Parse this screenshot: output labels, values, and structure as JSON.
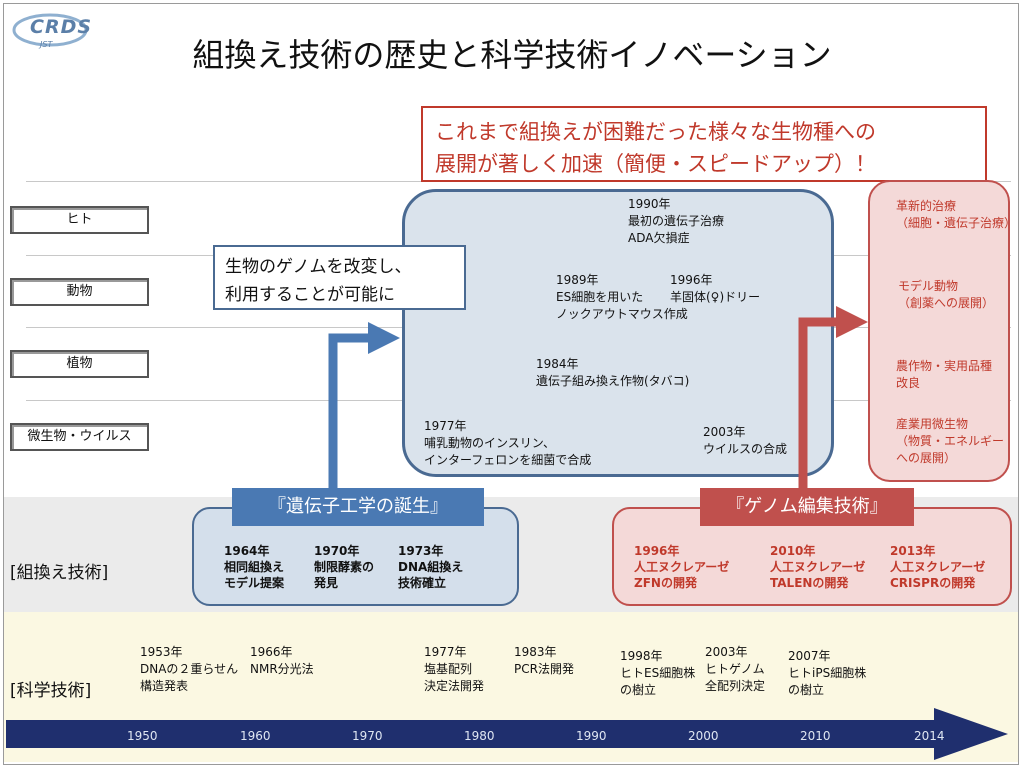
{
  "logo": {
    "text": "CRDS",
    "sub": "JST"
  },
  "title": "組換え技術の歴史と科学技術イノベーション",
  "callout_red": {
    "line1": "これまで組換えが困難だった様々な生物種への",
    "line2": "展開が著しく加速（簡便・スピードアップ）！"
  },
  "organism_labels": [
    "ヒト",
    "動物",
    "植物",
    "微生物・ウイルス"
  ],
  "blue_callout": {
    "line1": "生物のゲノムを改変し、",
    "line2": "利用することが可能に"
  },
  "big_box_events": {
    "e1990": [
      "1990年",
      "最初の遺伝子治療",
      "ADA欠損症"
    ],
    "e1989": [
      "1989年",
      "ES細胞を用いた",
      "ノックアウトマウス作成"
    ],
    "e1996": [
      "1996年",
      "羊固体(♀)ドリー"
    ],
    "e1984": [
      "1984年",
      "遺伝子組み換え作物(タバコ)"
    ],
    "e1977": [
      "1977年",
      "哺乳動物のインスリン、",
      "インターフェロンを細菌で合成"
    ],
    "e2003": [
      "2003年",
      "ウイルスの合成"
    ]
  },
  "applications": {
    "human": [
      "革新的治療",
      "（細胞・遺伝子治療）"
    ],
    "animal": [
      "モデル動物",
      "（創薬への展開）"
    ],
    "plant": [
      "農作物・実用品種",
      "改良"
    ],
    "microbe": [
      "産業用微生物",
      "（物質・エネルギー",
      "への展開）"
    ]
  },
  "row_labels": {
    "recombination": "[組換え技術]",
    "science": "[科学技術]"
  },
  "tag_genetic_engineering": "『遺伝子工学の誕生』",
  "tag_genome_editing": "『ゲノム編集技術』",
  "genetic_engineering_items": [
    [
      "1964年",
      "相同組換え",
      "モデル提案"
    ],
    [
      "1970年",
      "制限酵素の",
      "発見"
    ],
    [
      "1973年",
      "DNA組換え",
      "技術確立"
    ]
  ],
  "genome_editing_items": [
    [
      "1996年",
      "人工ヌクレアーゼ",
      "ZFNの開発"
    ],
    [
      "2010年",
      "人工ヌクレアーゼ",
      "TALENの開発"
    ],
    [
      "2013年",
      "人工ヌクレアーゼ",
      "CRISPRの開発"
    ]
  ],
  "science_items": [
    [
      "1953年",
      "DNAの２重らせん",
      "構造発表"
    ],
    [
      "1966年",
      "NMR分光法"
    ],
    [
      "1977年",
      "塩基配列",
      "決定法開発"
    ],
    [
      "1983年",
      "PCR法開発"
    ],
    [
      "1998年",
      "ヒトES細胞株",
      "の樹立"
    ],
    [
      "2003年",
      "ヒトゲノム",
      "全配列決定"
    ],
    [
      "2007年",
      "ヒトiPS細胞株",
      "の樹立"
    ]
  ],
  "timeline_years": [
    "1950",
    "1960",
    "1970",
    "1980",
    "1990",
    "2000",
    "2010",
    "2014"
  ],
  "colors": {
    "blue_frame": "#4a6a92",
    "blue_fill": "#dae3ec",
    "red_accent": "#c0392b",
    "red_fill": "#f4d9d8",
    "arrow_blue": "#4a79b3",
    "arrow_red": "#c0504d",
    "timeline": "#1f2f6e"
  }
}
